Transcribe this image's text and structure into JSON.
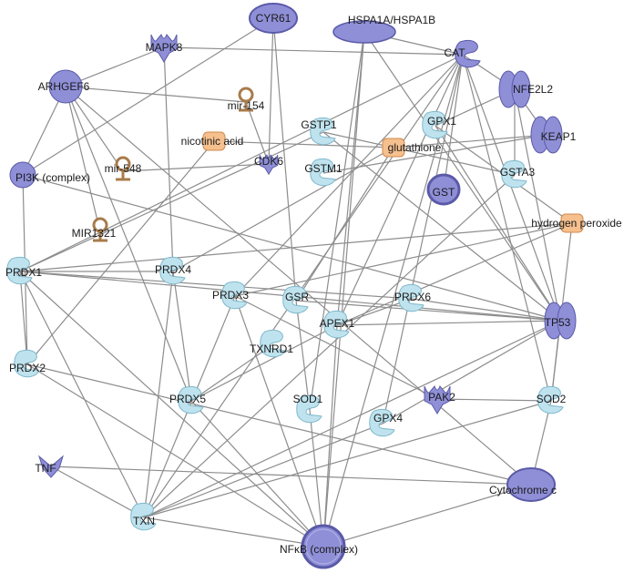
{
  "colors": {
    "edge": "#8d8d8d",
    "purple_fill": "#8f8fd8",
    "purple_stroke": "#5a5aa8",
    "enzyme_fill": "#bfe3ee",
    "enzyme_stroke": "#7fb8cc",
    "chemical_fill": "#f5c08e",
    "chemical_stroke": "#d08a4c",
    "mirna": "#a87b4b"
  },
  "nodes": [
    {
      "id": "MAPK8",
      "label": "MAPK8",
      "shape": "kinase"
    },
    {
      "id": "CYR61",
      "label": "CYR61",
      "shape": "ellipse"
    },
    {
      "id": "HSPA1A",
      "label": "HSPA1A/HSPA1B",
      "shape": "ellipse-wide"
    },
    {
      "id": "CAT",
      "label": "CAT",
      "shape": "enzyme-purple"
    },
    {
      "id": "ARHGEF6",
      "label": "ARHGEF6",
      "shape": "circle"
    },
    {
      "id": "mir154",
      "label": "mir-154",
      "shape": "mirna"
    },
    {
      "id": "NFE2L2",
      "label": "NFE2L2",
      "shape": "tf"
    },
    {
      "id": "GPX1",
      "label": "GPX1",
      "shape": "enzyme"
    },
    {
      "id": "GSTP1",
      "label": "GSTP1",
      "shape": "enzyme"
    },
    {
      "id": "nicotinic",
      "label": "nicotinic acid",
      "shape": "chemical"
    },
    {
      "id": "glutathione",
      "label": "glutathione",
      "shape": "chemical"
    },
    {
      "id": "KEAP1",
      "label": "KEAP1",
      "shape": "tf"
    },
    {
      "id": "CDK6",
      "label": "CDK6",
      "shape": "kinase-small"
    },
    {
      "id": "mir548",
      "label": "mir-548",
      "shape": "mirna"
    },
    {
      "id": "GSTM1",
      "label": "GSTM1",
      "shape": "enzyme"
    },
    {
      "id": "PI3K",
      "label": "PI3K (complex)",
      "shape": "circle-small"
    },
    {
      "id": "GSTA3",
      "label": "GSTA3",
      "shape": "enzyme"
    },
    {
      "id": "GST",
      "label": "GST",
      "shape": "ellipse-group"
    },
    {
      "id": "MIR1321",
      "label": "MIR1321",
      "shape": "mirna"
    },
    {
      "id": "H2O2",
      "label": "hydrogen peroxide",
      "shape": "chemical"
    },
    {
      "id": "PRDX1",
      "label": "PRDX1",
      "shape": "enzyme"
    },
    {
      "id": "PRDX4",
      "label": "PRDX4",
      "shape": "enzyme"
    },
    {
      "id": "PRDX3",
      "label": "PRDX3",
      "shape": "enzyme"
    },
    {
      "id": "GSR",
      "label": "GSR",
      "shape": "enzyme"
    },
    {
      "id": "PRDX6",
      "label": "PRDX6",
      "shape": "enzyme"
    },
    {
      "id": "APEX1",
      "label": "APEX1",
      "shape": "enzyme"
    },
    {
      "id": "TP53",
      "label": "TP53",
      "shape": "tf"
    },
    {
      "id": "TXNRD1",
      "label": "TXNRD1",
      "shape": "enzyme"
    },
    {
      "id": "PRDX2",
      "label": "PRDX2",
      "shape": "enzyme"
    },
    {
      "id": "PRDX5",
      "label": "PRDX5",
      "shape": "enzyme"
    },
    {
      "id": "SOD1",
      "label": "SOD1",
      "shape": "enzyme"
    },
    {
      "id": "PAK2",
      "label": "PAK2",
      "shape": "kinase"
    },
    {
      "id": "SOD2",
      "label": "SOD2",
      "shape": "enzyme"
    },
    {
      "id": "GPX4",
      "label": "GPX4",
      "shape": "enzyme"
    },
    {
      "id": "TNF",
      "label": "TNF",
      "shape": "cytokine"
    },
    {
      "id": "CytC",
      "label": "Cytochrome c",
      "shape": "ellipse"
    },
    {
      "id": "TXN",
      "label": "TXN",
      "shape": "enzyme"
    },
    {
      "id": "NFKB",
      "label": "NFκB (complex)",
      "shape": "circle-group"
    }
  ],
  "edges": [
    [
      "MAPK8",
      "CAT"
    ],
    [
      "MAPK8",
      "ARHGEF6"
    ],
    [
      "MAPK8",
      "PRDX4"
    ],
    [
      "CYR61",
      "PI3K"
    ],
    [
      "CYR61",
      "GSR"
    ],
    [
      "CYR61",
      "CDK6"
    ],
    [
      "HSPA1A",
      "TP53"
    ],
    [
      "HSPA1A",
      "APEX1"
    ],
    [
      "HSPA1A",
      "SOD1"
    ],
    [
      "HSPA1A",
      "NFKB"
    ],
    [
      "HSPA1A",
      "CAT"
    ],
    [
      "CAT",
      "TP53"
    ],
    [
      "CAT",
      "SOD2"
    ],
    [
      "CAT",
      "NFKB"
    ],
    [
      "CAT",
      "TXN"
    ],
    [
      "CAT",
      "GST"
    ],
    [
      "CAT",
      "GPX4"
    ],
    [
      "CAT",
      "PRDX3"
    ],
    [
      "CAT",
      "NFE2L2"
    ],
    [
      "CAT",
      "PRDX1"
    ],
    [
      "CAT",
      "APEX1"
    ],
    [
      "ARHGEF6",
      "mir154"
    ],
    [
      "ARHGEF6",
      "PI3K"
    ],
    [
      "ARHGEF6",
      "mir548"
    ],
    [
      "ARHGEF6",
      "MIR1321"
    ],
    [
      "ARHGEF6",
      "PRDX5"
    ],
    [
      "ARHGEF6",
      "CytC"
    ],
    [
      "mir154",
      "CDK6"
    ],
    [
      "mir548",
      "CDK6"
    ],
    [
      "NFE2L2",
      "KEAP1"
    ],
    [
      "NFE2L2",
      "GSTA3"
    ],
    [
      "NFE2L2",
      "TP53"
    ],
    [
      "NFE2L2",
      "GPX1"
    ],
    [
      "GPX1",
      "TP53"
    ],
    [
      "GPX1",
      "hydrogen"
    ],
    [
      "GSTP1",
      "TP53"
    ],
    [
      "GSTP1",
      "glutathione"
    ],
    [
      "GSTP1",
      "PRDX1"
    ],
    [
      "nicotinic",
      "glutathione"
    ],
    [
      "nicotinic",
      "PRDX2"
    ],
    [
      "glutathione",
      "KEAP1"
    ],
    [
      "glutathione",
      "GSTA3"
    ],
    [
      "glutathione",
      "GSR"
    ],
    [
      "glutathione",
      "PRDX4"
    ],
    [
      "KEAP1",
      "GSTM1"
    ],
    [
      "GSTA3",
      "TXN"
    ],
    [
      "PI3K",
      "TP53"
    ],
    [
      "PI3K",
      "PRDX2"
    ],
    [
      "H2O2",
      "PRDX1"
    ],
    [
      "H2O2",
      "APEX1"
    ],
    [
      "H2O2",
      "SOD2"
    ],
    [
      "H2O2",
      "PRDX3"
    ],
    [
      "PRDX1",
      "PRDX4"
    ],
    [
      "PRDX1",
      "TP53"
    ],
    [
      "PRDX1",
      "PRDX2"
    ],
    [
      "PRDX1",
      "NFKB"
    ],
    [
      "PRDX1",
      "PRDX6"
    ],
    [
      "PRDX1",
      "TXN"
    ],
    [
      "PRDX4",
      "TXN"
    ],
    [
      "PRDX4",
      "PRDX5"
    ],
    [
      "PRDX3",
      "NFKB"
    ],
    [
      "PRDX3",
      "PAK2"
    ],
    [
      "PRDX3",
      "TXN"
    ],
    [
      "GSR",
      "TP53"
    ],
    [
      "GSR",
      "SOD1"
    ],
    [
      "PRDX6",
      "APEX1"
    ],
    [
      "PRDX6",
      "TP53"
    ],
    [
      "APEX1",
      "TP53"
    ],
    [
      "APEX1",
      "PRDX5"
    ],
    [
      "APEX1",
      "NFKB"
    ],
    [
      "TP53",
      "SOD2"
    ],
    [
      "TP53",
      "GPX4"
    ],
    [
      "TP53",
      "TXN"
    ],
    [
      "TXNRD1",
      "PRDX5"
    ],
    [
      "PRDX2",
      "NFKB"
    ],
    [
      "PRDX2",
      "CytC"
    ],
    [
      "PRDX5",
      "NFKB"
    ],
    [
      "SOD1",
      "NFKB"
    ],
    [
      "PAK2",
      "SOD2"
    ],
    [
      "SOD2",
      "TXN"
    ],
    [
      "SOD2",
      "CytC"
    ],
    [
      "GPX4",
      "TXN"
    ],
    [
      "TNF",
      "CytC"
    ],
    [
      "TNF",
      "TXN"
    ],
    [
      "CytC",
      "NFKB"
    ],
    [
      "TXN",
      "NFKB"
    ]
  ]
}
